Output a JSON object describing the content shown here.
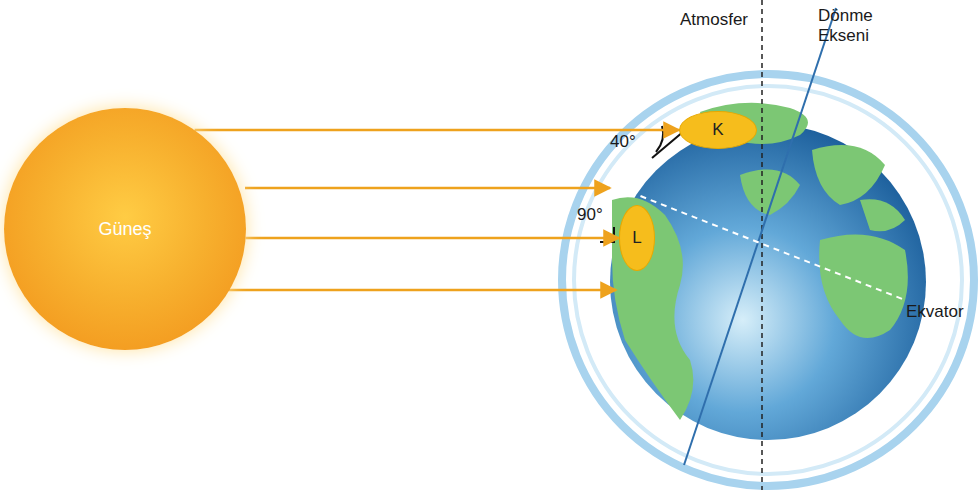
{
  "diagram": {
    "nodes": [
      {
        "text": [
          "Güneş"
        ]
      },
      {
        "text": [
          "K"
        ]
      },
      {
        "text": [
          "L"
        ]
      }
    ],
    "edges": [
      {
        "from": 0,
        "to": 1,
        "arrow": "to"
      },
      {
        "from": 0,
        "to": 2,
        "arrow": "to"
      }
    ],
    "labels": [
      "Atmosfer",
      "Dönme Ekseni",
      "40°",
      "90°",
      "Ekvator"
    ]
  }
}
